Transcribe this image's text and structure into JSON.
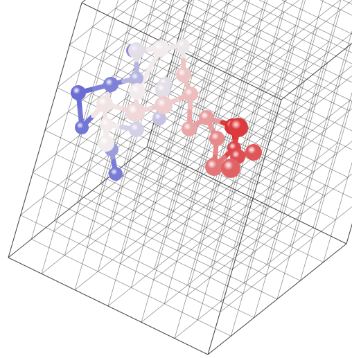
{
  "scene": {
    "description_name": "molecular-structure-in-grid-box",
    "grid": {
      "color": "#3a3a3a",
      "divisions": 6
    },
    "molecule": {
      "color_scale": {
        "low": "#5a5fd1",
        "mid": "#f3ecec",
        "high": "#d9272b"
      },
      "atoms": [
        {
          "id": "a1",
          "t": 0.05
        },
        {
          "id": "a2",
          "t": 0.08
        },
        {
          "id": "a3",
          "t": 0.1
        },
        {
          "id": "a4",
          "t": 0.12
        },
        {
          "id": "a5",
          "t": 0.15
        },
        {
          "id": "a6",
          "t": 0.22
        },
        {
          "id": "a7",
          "t": 0.3
        },
        {
          "id": "a8",
          "t": 0.45
        },
        {
          "id": "a9",
          "t": 0.5
        },
        {
          "id": "a10",
          "t": 0.48
        },
        {
          "id": "a11",
          "t": 0.52
        },
        {
          "id": "a12",
          "t": 0.55
        },
        {
          "id": "a13",
          "t": 0.5
        },
        {
          "id": "a14",
          "t": 0.4
        },
        {
          "id": "a15",
          "t": 0.58
        },
        {
          "id": "a16",
          "t": 0.62
        },
        {
          "id": "a17",
          "t": 0.68
        },
        {
          "id": "a18",
          "t": 0.6
        },
        {
          "id": "a19",
          "t": 0.7
        },
        {
          "id": "a20",
          "t": 0.75
        },
        {
          "id": "a21",
          "t": 0.8
        },
        {
          "id": "a22",
          "t": 0.85
        },
        {
          "id": "a23",
          "t": 0.9
        },
        {
          "id": "a24",
          "t": 0.95
        },
        {
          "id": "a25",
          "t": 0.88
        },
        {
          "id": "a26",
          "t": 0.92
        },
        {
          "id": "a27",
          "t": 0.98
        },
        {
          "id": "a28",
          "t": 0.45
        },
        {
          "id": "a29",
          "t": 0.5
        },
        {
          "id": "a30",
          "t": 0.35
        },
        {
          "id": "a31",
          "t": 0.5
        },
        {
          "id": "a32",
          "t": 0.45
        }
      ]
    }
  }
}
